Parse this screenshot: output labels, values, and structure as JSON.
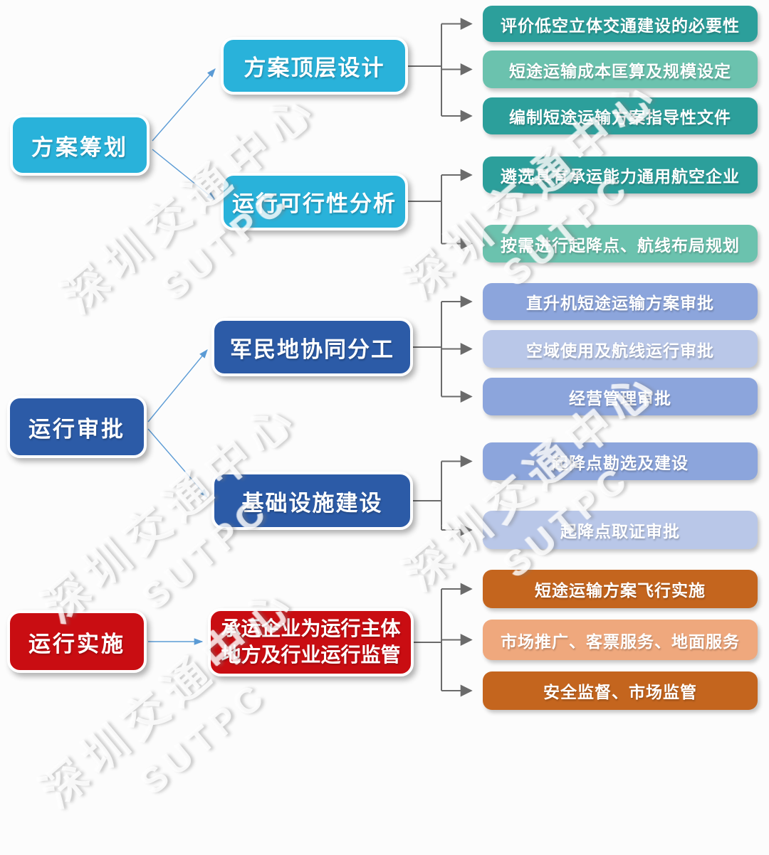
{
  "watermark": {
    "line1": "深圳交通中心",
    "line2": "SUTPC"
  },
  "colors": {
    "cyan": "#29B2DA",
    "blue": "#2C5BA7",
    "red": "#C90D12",
    "teal": "#2C9F9B",
    "teal_light": "#6BC2AE",
    "lavender": "#8CA5DC",
    "lavender_light": "#B9C7E8",
    "orange": "#C4651E",
    "orange_light": "#EFA87D",
    "connector_gray": "#6b6b6b",
    "arrow_blue": "#5B9BD5"
  },
  "stages": [
    {
      "label": "方案筹划",
      "color": "#29B2DA",
      "branches": [
        {
          "label": "方案顶层设计",
          "color": "#29B2DA",
          "items": [
            {
              "label": "评价低空立体交通建设的必要性",
              "color": "#2C9F9B"
            },
            {
              "label": "短途运输成本匡算及规模设定",
              "color": "#6BC2AE"
            },
            {
              "label": "编制短途运输方案指导性文件",
              "color": "#2C9F9B"
            }
          ]
        },
        {
          "label": "运行可行性分析",
          "color": "#29B2DA",
          "items": [
            {
              "label": "遴选具有承运能力通用航空企业",
              "color": "#2C9F9B"
            },
            {
              "label": "按需进行起降点、航线布局规划",
              "color": "#6BC2AE"
            }
          ]
        }
      ]
    },
    {
      "label": "运行审批",
      "color": "#2C5BA7",
      "branches": [
        {
          "label": "军民地协同分工",
          "color": "#2C5BA7",
          "items": [
            {
              "label": "直升机短途运输方案审批",
              "color": "#8CA5DC"
            },
            {
              "label": "空域使用及航线运行审批",
              "color": "#B9C7E8"
            },
            {
              "label": "经营管理审批",
              "color": "#8CA5DC"
            }
          ]
        },
        {
          "label": "基础设施建设",
          "color": "#2C5BA7",
          "items": [
            {
              "label": "起降点勘选及建设",
              "color": "#8CA5DC"
            },
            {
              "label": "起降点取证审批",
              "color": "#B9C7E8"
            }
          ]
        }
      ]
    },
    {
      "label": "运行实施",
      "color": "#C90D12",
      "branches": [
        {
          "label_line1": "承运企业为运行主体",
          "label_line2": "地方及行业运行监管",
          "color": "#C90D12",
          "items": [
            {
              "label": "短途运输方案飞行实施",
              "color": "#C4651E"
            },
            {
              "label": "市场推广、客票服务、地面服务",
              "color": "#EFA87D"
            },
            {
              "label": "安全监督、市场监管",
              "color": "#C4651E"
            }
          ]
        }
      ]
    }
  ]
}
